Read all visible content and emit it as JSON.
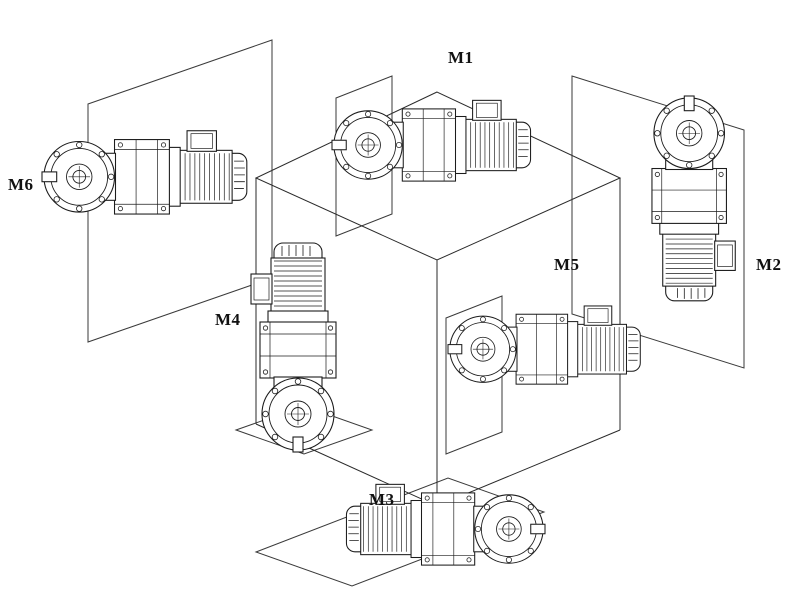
{
  "figure": {
    "background": "#ffffff",
    "line_color": "#1c1c1c",
    "labels": [
      {
        "id": "m1",
        "text": "M1"
      },
      {
        "id": "m2",
        "text": "M2"
      },
      {
        "id": "m3",
        "text": "M3"
      },
      {
        "id": "m4",
        "text": "M4"
      },
      {
        "id": "m5",
        "text": "M5"
      },
      {
        "id": "m6",
        "text": "M6"
      }
    ]
  }
}
